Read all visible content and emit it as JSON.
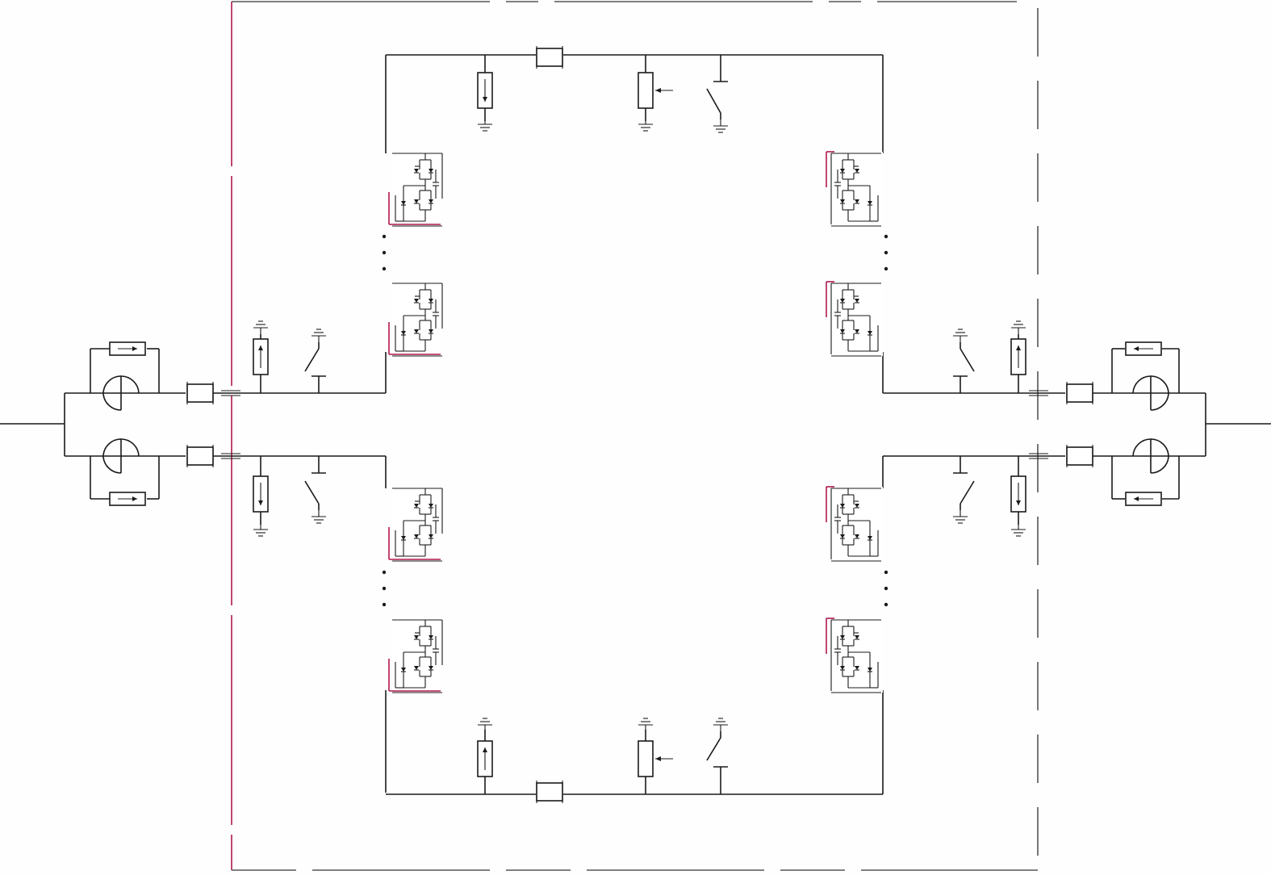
{
  "diagram": {
    "type": "circuit-schematic",
    "colors": {
      "wire": "#1a1a1a",
      "background": "#fefefe",
      "enclosure_left": "#b01850",
      "enclosure_dashed": "#555555"
    },
    "arms": [
      {
        "name": "upper-left-arm",
        "modules": 2
      },
      {
        "name": "lower-left-arm",
        "modules": 2
      },
      {
        "name": "upper-right-arm",
        "modules": 2
      },
      {
        "name": "lower-right-arm",
        "modules": 2
      }
    ],
    "symbols": [
      "submodule-half-bridge-icon",
      "inductor-box-icon",
      "surge-arrester-icon",
      "variable-resistor-icon",
      "disconnector-switch-icon",
      "ground-icon",
      "bushing-icon",
      "ellipsis-dots-icon",
      "current-transformer-icon"
    ]
  }
}
